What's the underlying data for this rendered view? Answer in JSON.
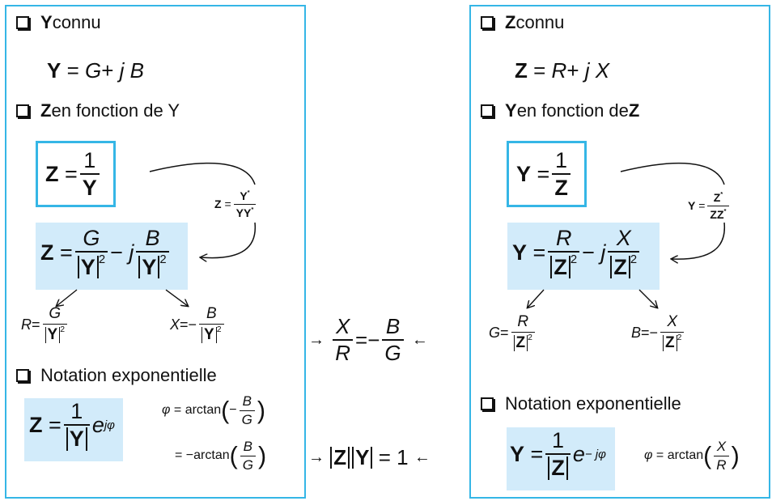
{
  "left": {
    "heading1": {
      "bold": "Y",
      "rest": " connu"
    },
    "eq1": {
      "lhs": "Y",
      "eq": "=",
      "a": "G",
      "plus": "+",
      "j": "j",
      "b": "B"
    },
    "heading2": {
      "bold": "Z",
      "rest": " en fonction de Y"
    },
    "zinv": {
      "lhs": "Z",
      "eq": "=",
      "num": "1",
      "den": "Y"
    },
    "conj": {
      "lhs": "Z",
      "eq": "=",
      "num": "Y",
      "star": "*",
      "den": "YY",
      "den_star": "*"
    },
    "zgb": {
      "lhs": "Z",
      "eq": "=",
      "num1": "G",
      "den1": "Y",
      "exp": "2",
      "minus": "−",
      "j": "j",
      "num2": "B",
      "den2": "Y",
      "exp2": "2"
    },
    "r": {
      "lhs": "R",
      "eq": "=",
      "num": "G",
      "den": "Y",
      "exp": "2"
    },
    "x": {
      "lhs": "X",
      "eq": "=",
      "minus": "−",
      "num": "B",
      "den": "Y",
      "exp": "2"
    },
    "heading3": {
      "text": "Notation exponentielle"
    },
    "zexp": {
      "lhs": "Z",
      "eq": "=",
      "num": "1",
      "den": "Y",
      "e": "e",
      "sup": "jφ"
    },
    "phi1": {
      "phi": "φ",
      "eq": "=",
      "fn": "arctan",
      "minus": "−",
      "num": "B",
      "den": "G"
    },
    "phi2": {
      "eq": "=",
      "minus": "−",
      "fn": "arctan",
      "num": "B",
      "den": "G"
    }
  },
  "middle": {
    "ratio": {
      "arrow_in": "→",
      "num1": "X",
      "den1": "R",
      "eq": "=",
      "minus": "−",
      "num2": "B",
      "den2": "G",
      "arrow_out": "←"
    },
    "product": {
      "arrow_in": "→",
      "z": "Z",
      "y": "Y",
      "eq": "=",
      "one": "1",
      "arrow_out": "←"
    }
  },
  "right": {
    "heading1": {
      "bold": "Z",
      "rest": " connu"
    },
    "eq1": {
      "lhs": "Z",
      "eq": "=",
      "a": "R",
      "plus": "+",
      "j": "j",
      "b": "X"
    },
    "heading2": {
      "bold1": "Y",
      "mid": " en fonction de ",
      "bold2": "Z"
    },
    "yinv": {
      "lhs": "Y",
      "eq": "=",
      "num": "1",
      "den": "Z"
    },
    "conj": {
      "lhs": "Y",
      "eq": "=",
      "num": "Z",
      "star": "*",
      "den": "ZZ",
      "den_star": "*"
    },
    "yrx": {
      "lhs": "Y",
      "eq": "=",
      "num1": "R",
      "den1": "Z",
      "exp": "2",
      "minus": "−",
      "j": "j",
      "num2": "X",
      "den2": "Z",
      "exp2": "2"
    },
    "g": {
      "lhs": "G",
      "eq": "=",
      "num": "R",
      "den": "Z",
      "exp": "2"
    },
    "b": {
      "lhs": "B",
      "eq": "=",
      "minus": "−",
      "num": "X",
      "den": "Z",
      "exp": "2"
    },
    "heading3": {
      "text": "Notation exponentielle"
    },
    "yexp": {
      "lhs": "Y",
      "eq": "=",
      "num": "1",
      "den": "Z",
      "e": "e",
      "sup": "− jφ"
    },
    "phi": {
      "phi": "φ",
      "eq": "=",
      "fn": "arctan",
      "num": "X",
      "den": "R"
    }
  },
  "colors": {
    "accent": "#35b6e6",
    "highlight": "#d2ebfa"
  }
}
